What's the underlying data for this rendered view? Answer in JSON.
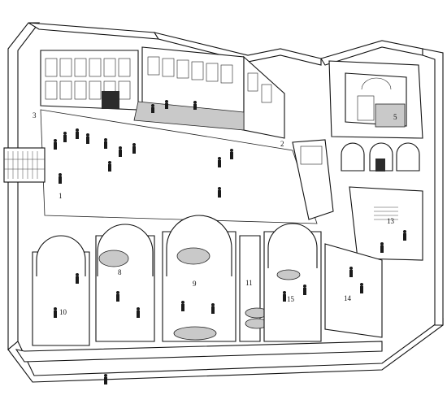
{
  "figure": {
    "room_labels": [
      {
        "id": "room-1",
        "text": "1"
      },
      {
        "id": "room-2",
        "text": "2"
      },
      {
        "id": "room-3",
        "text": "3"
      },
      {
        "id": "room-5",
        "text": "5"
      },
      {
        "id": "room-8",
        "text": "8"
      },
      {
        "id": "room-9",
        "text": "9"
      },
      {
        "id": "room-10",
        "text": "10"
      },
      {
        "id": "room-11",
        "text": "11"
      },
      {
        "id": "room-13",
        "text": "13"
      },
      {
        "id": "room-14",
        "text": "14"
      },
      {
        "id": "room-15",
        "text": "15"
      }
    ]
  }
}
